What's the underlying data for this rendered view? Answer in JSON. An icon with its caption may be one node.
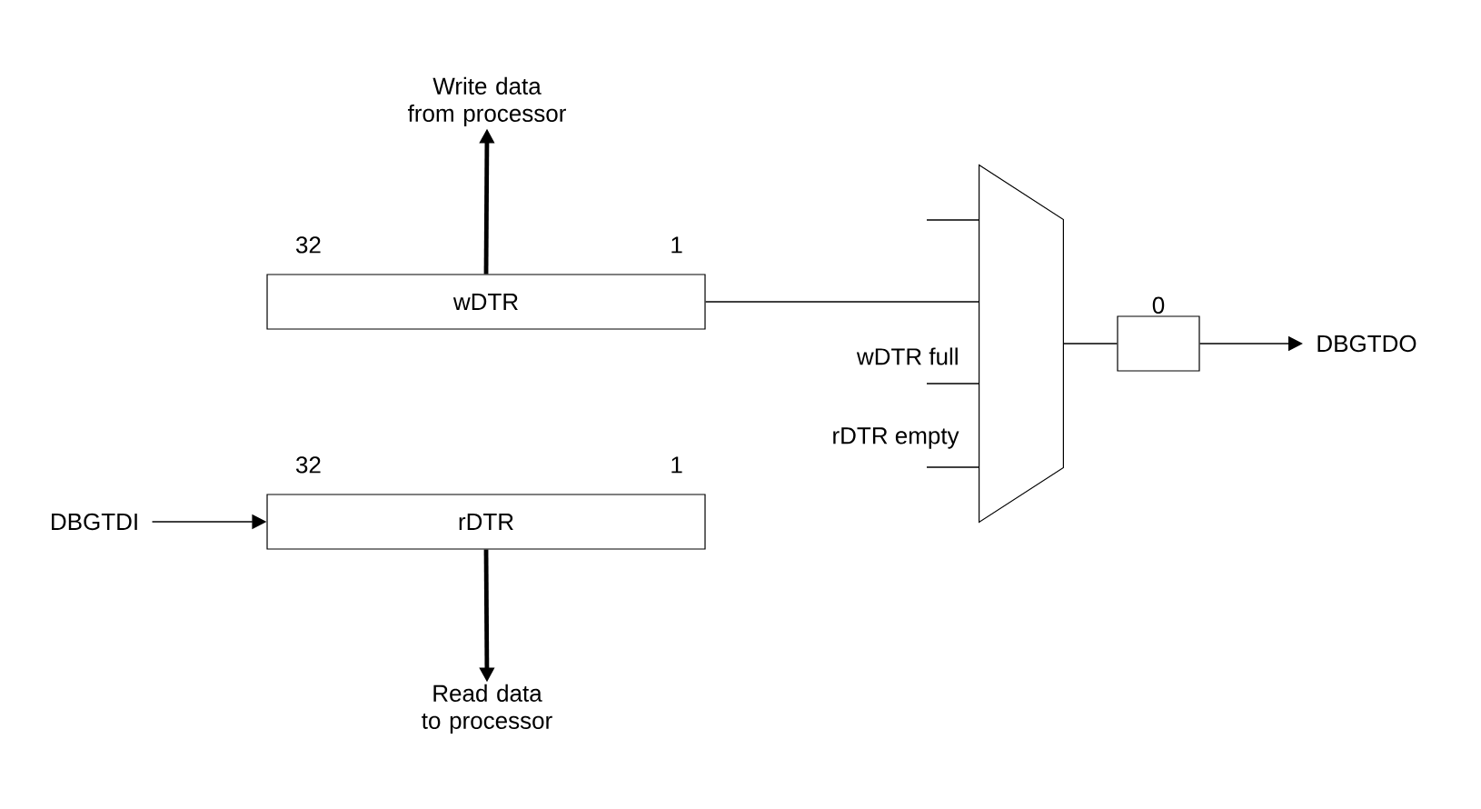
{
  "diagram": {
    "nodes": [
      {
        "text": [
          "Write data from processor"
        ]
      },
      {
        "text": [
          "wDTR"
        ],
        "beside": [
          "32",
          "1"
        ]
      },
      {
        "text": [
          "rDTR"
        ],
        "beside": [
          "32",
          "1"
        ]
      },
      {
        "text": [
          "DBGTDI"
        ]
      },
      {
        "text": [
          "Read data to processor"
        ]
      },
      {
        "text": [],
        "shape": "trapezoid"
      },
      {
        "text": [
          "0"
        ]
      },
      {
        "text": [
          "DBGTDO"
        ]
      }
    ],
    "edges": [
      {
        "from": 1,
        "to": 0,
        "arrow": "to",
        "style": "thick"
      },
      {
        "from": 2,
        "to": 4,
        "arrow": "to",
        "style": "thick"
      },
      {
        "from": 3,
        "to": 2,
        "arrow": "to"
      },
      {
        "from": 1,
        "to": 5,
        "arrow": "none"
      },
      {
        "from": 5,
        "to": 6,
        "arrow": "none"
      },
      {
        "from": 6,
        "to": 7,
        "arrow": "to"
      }
    ],
    "labels": [
      "wDTR full",
      "rDTR empty"
    ]
  }
}
